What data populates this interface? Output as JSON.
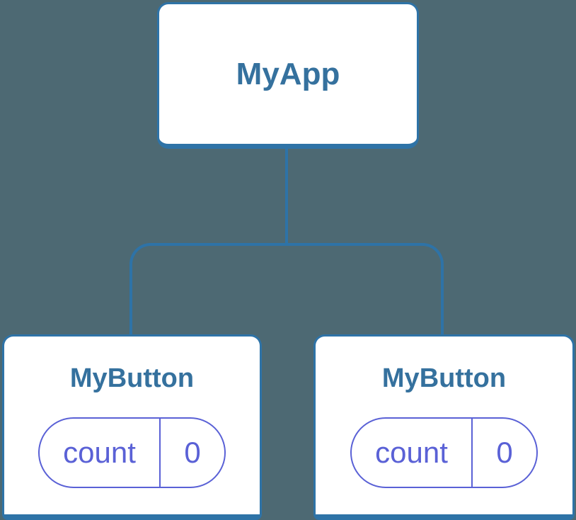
{
  "colors": {
    "background": "#4d6973",
    "node_border": "#2e73a7",
    "node_label": "#35719e",
    "state_accent": "#5a61d6",
    "node_fill": "#ffffff"
  },
  "tree": {
    "root": {
      "label": "MyApp"
    },
    "children": [
      {
        "label": "MyButton",
        "state": {
          "key": "count",
          "value": "0"
        }
      },
      {
        "label": "MyButton",
        "state": {
          "key": "count",
          "value": "0"
        }
      }
    ]
  }
}
